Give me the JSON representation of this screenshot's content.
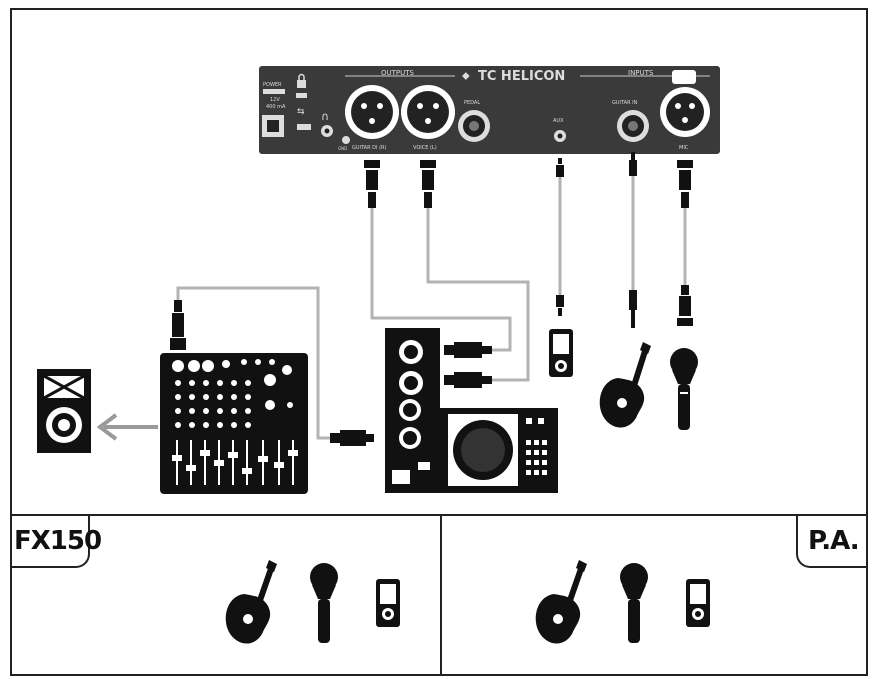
{
  "device": {
    "brand": "TC HELICON",
    "outputs_label": "OUTPUTS",
    "inputs_label": "INPUTS",
    "power_label": "POWER",
    "power_spec_1": "12V",
    "power_spec_2": "400 mA",
    "guitar_dl_label": "GUITAR DI (R)",
    "voice_label": "VOICE (L)",
    "pedal_label": "PEDAL",
    "aux_label": "AUX",
    "guitar_in_label": "GUITAR IN",
    "mic_label": "MIC",
    "gnd_label": "GND"
  },
  "panels": {
    "left_tag": "FX150",
    "right_tag": "P.A."
  },
  "colors": {
    "device_body": "#3a3a3a",
    "ink": "#111111",
    "cable": "#b3b3b3",
    "arrow": "#9a9a9a"
  }
}
